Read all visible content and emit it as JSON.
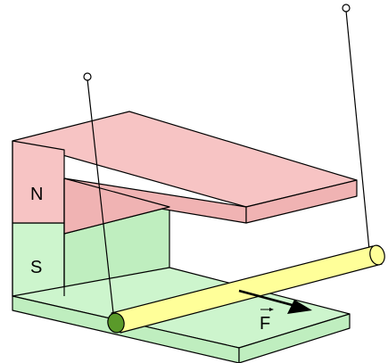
{
  "labels": {
    "north_pole": "N",
    "south_pole": "S",
    "force": "F"
  },
  "colors": {
    "north": "#f7c4c4",
    "north_dark": "#f0b3b3",
    "south": "#cdf5cd",
    "south_dark": "#bfeebf",
    "rod": "#ffff99",
    "rod_end": "#5a9a2a",
    "outline": "#000000"
  },
  "icons": {
    "force_arrow": "arrow-right-icon",
    "vector_hat": "vector-arrow-icon"
  }
}
